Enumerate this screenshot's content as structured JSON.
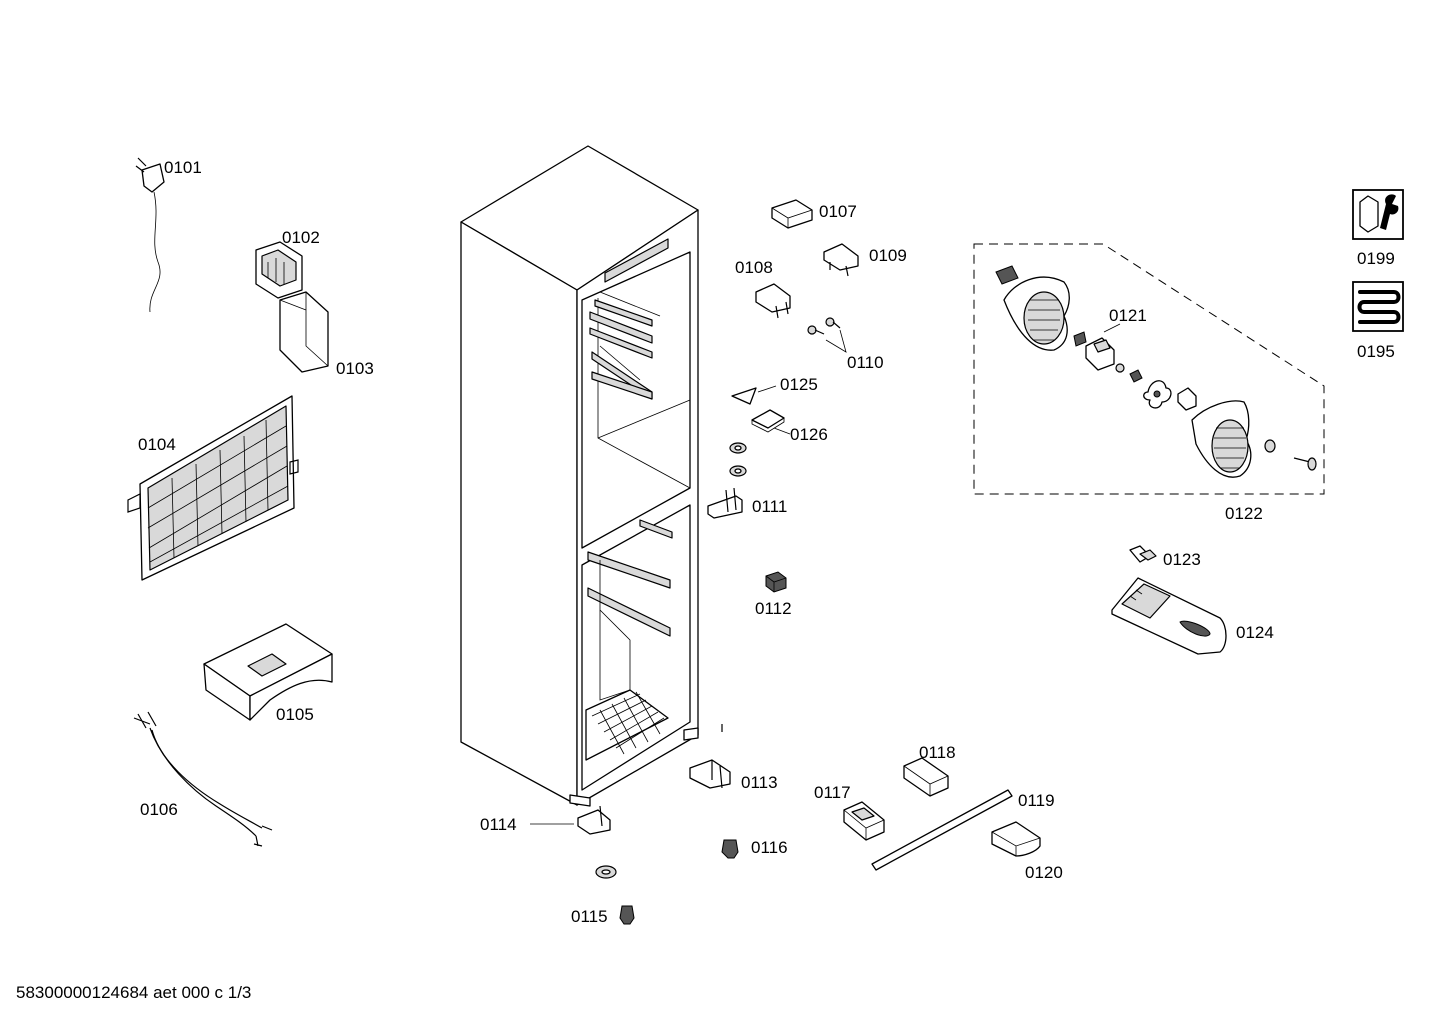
{
  "labels": {
    "p0101": "0101",
    "p0102": "0102",
    "p0103": "0103",
    "p0104": "0104",
    "p0105": "0105",
    "p0106": "0106",
    "p0107": "0107",
    "p0108": "0108",
    "p0109": "0109",
    "p0110": "0110",
    "p0111": "0111",
    "p0112": "0112",
    "p0113": "0113",
    "p0114": "0114",
    "p0115": "0115",
    "p0116": "0116",
    "p0117": "0117",
    "p0118": "0118",
    "p0119": "0119",
    "p0120": "0120",
    "p0121": "0121",
    "p0122": "0122",
    "p0123": "0123",
    "p0124": "0124",
    "p0125": "0125",
    "p0126": "0126",
    "p0195": "0195",
    "p0199": "0199"
  },
  "icons": {
    "tools": "wrench-nut-icon",
    "heater": "heating-coil-icon"
  },
  "footer": {
    "document_code": "58300000124684 aet 000 c 1/3"
  }
}
